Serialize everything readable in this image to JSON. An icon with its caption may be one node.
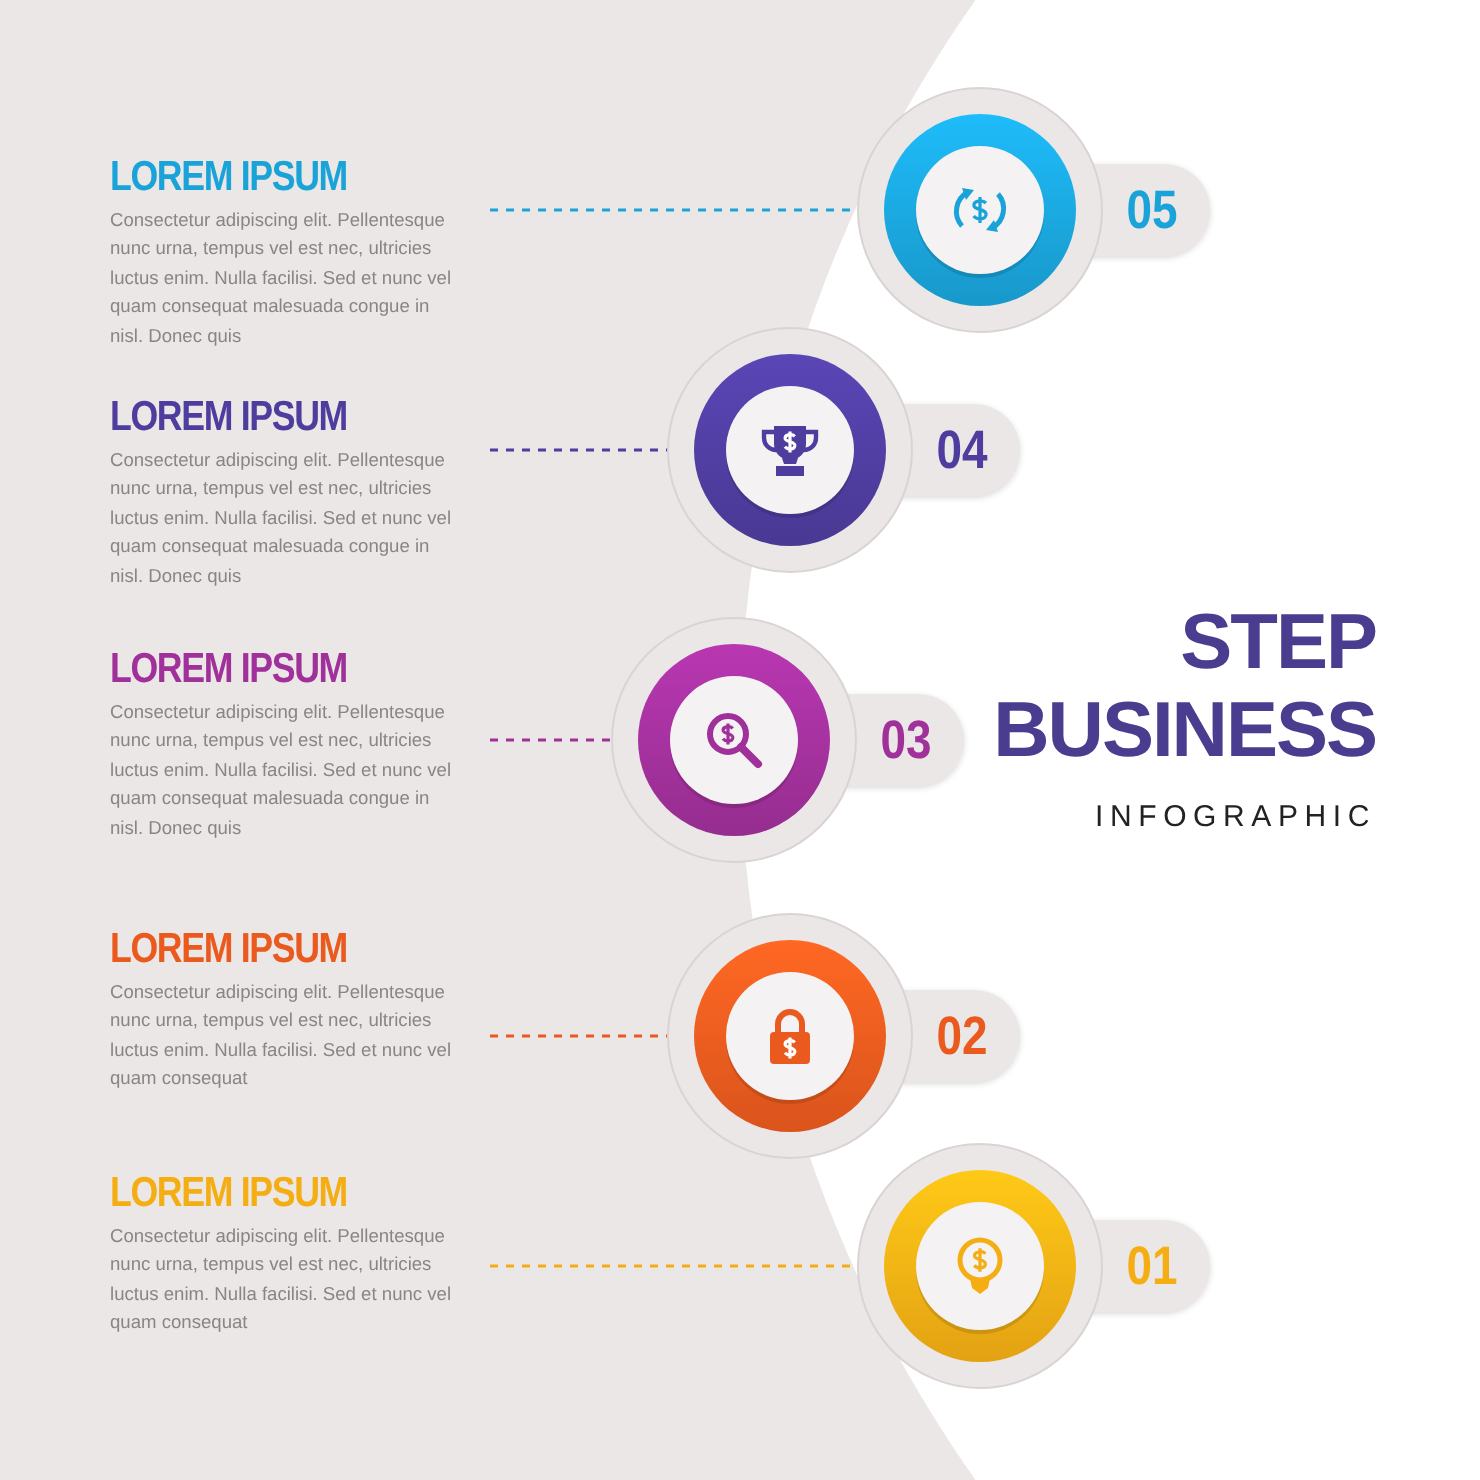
{
  "diagram": {
    "title": "STEP BUSINESS",
    "nodes": [
      {
        "text": [
          "LOREM IPSUM",
          "Consectetur adipiscing elit. Pellentesque nunc urna, tempus vel est nec, ultricies luctus enim. Nulla facilisi. Sed et nunc vel quam consequat malesuada congue in nisl. Donec quis"
        ]
      },
      {
        "text": [],
        "shape": "circle",
        "beside": [
          "05"
        ]
      },
      {
        "text": [
          "LOREM IPSUM",
          "Consectetur adipiscing elit. Pellentesque nunc urna, tempus vel est nec, ultricies luctus enim. Nulla facilisi. Sed et nunc vel quam consequat malesuada congue in nisl. Donec quis"
        ]
      },
      {
        "text": [],
        "shape": "circle",
        "beside": [
          "04"
        ]
      },
      {
        "text": [
          "LOREM IPSUM",
          "Consectetur adipiscing elit. Pellentesque nunc urna, tempus vel est nec, ultricies luctus enim. Nulla facilisi. Sed et nunc vel quam consequat malesuada congue in nisl. Donec quis"
        ]
      },
      {
        "text": [],
        "shape": "circle",
        "beside": [
          "03"
        ]
      },
      {
        "text": [
          "LOREM IPSUM",
          "Consectetur adipiscing elit. Pellentesque nunc urna, tempus vel est nec, ultricies luctus enim. Nulla facilisi. Sed et nunc vel quam consequat"
        ]
      },
      {
        "text": [],
        "shape": "circle",
        "beside": [
          "02"
        ]
      },
      {
        "text": [
          "LOREM IPSUM",
          "Consectetur adipiscing elit. Pellentesque nunc urna, tempus vel est nec, ultricies luctus enim. Nulla facilisi. Sed et nunc vel quam consequat"
        ]
      },
      {
        "text": [],
        "shape": "circle",
        "beside": [
          "01"
        ]
      }
    ],
    "edges": [
      {
        "from": 0,
        "to": 1,
        "arrow": "none",
        "style": "dashed",
        "color": "#1aa3d9"
      },
      {
        "from": 2,
        "to": 3,
        "arrow": "none",
        "style": "dashed",
        "color": "#4e3d9e"
      },
      {
        "from": 4,
        "to": 5,
        "arrow": "none",
        "style": "dashed",
        "color": "#a0309a"
      },
      {
        "from": 6,
        "to": 7,
        "arrow": "none",
        "style": "dashed",
        "color": "#ea5a1e"
      },
      {
        "from": 8,
        "to": 9,
        "arrow": "none",
        "style": "dashed",
        "color": "#f4ae14"
      }
    ],
    "labels": [
      "INFOGRAPHIC"
    ]
  }
}
